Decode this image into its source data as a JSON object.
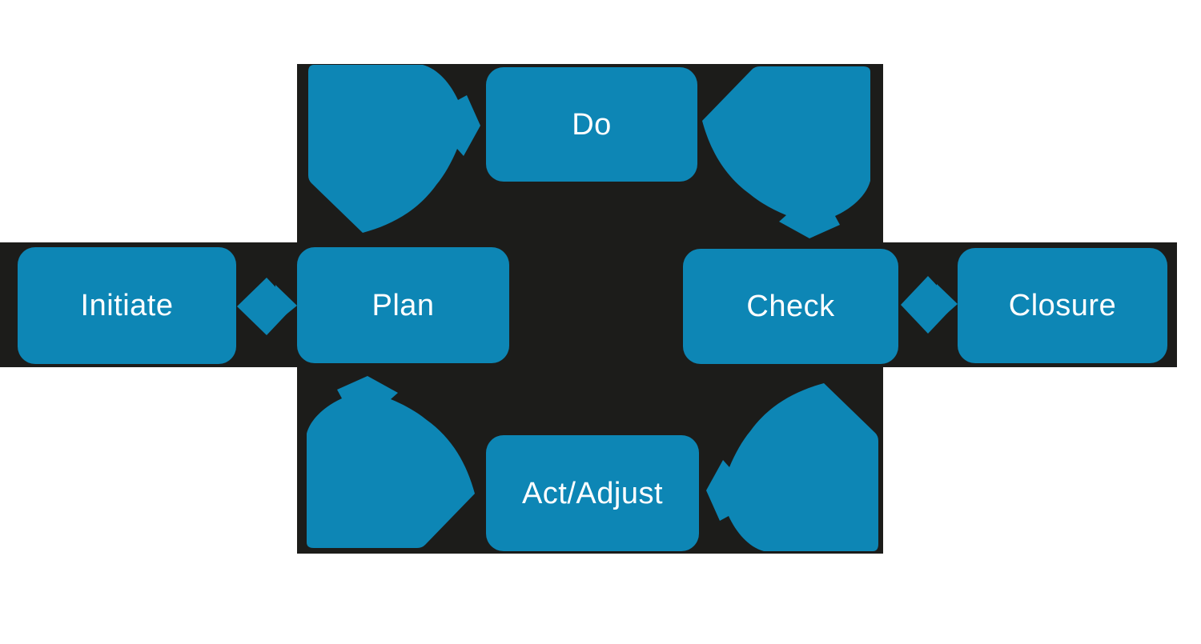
{
  "nodes": [
    {
      "id": "initiate",
      "label": "Initiate"
    },
    {
      "id": "plan",
      "label": "Plan"
    },
    {
      "id": "do",
      "label": "Do"
    },
    {
      "id": "check",
      "label": "Check"
    },
    {
      "id": "closure",
      "label": "Closure"
    },
    {
      "id": "act_adjust",
      "label": "Act/Adjust"
    }
  ],
  "edges": [
    {
      "from": "initiate",
      "to": "plan",
      "connector": "diamond-arrow"
    },
    {
      "from": "plan",
      "to": "do",
      "connector": "curved-cycle-arrow"
    },
    {
      "from": "do",
      "to": "check",
      "connector": "curved-cycle-arrow"
    },
    {
      "from": "check",
      "to": "act_adjust",
      "connector": "curved-cycle-arrow"
    },
    {
      "from": "act_adjust",
      "to": "plan",
      "connector": "curved-cycle-arrow"
    },
    {
      "from": "check",
      "to": "closure",
      "connector": "diamond-arrow"
    }
  ],
  "colors": {
    "shape_blue": "#0d86b5",
    "band_black": "#1c1c1a",
    "canvas_white": "#ffffff",
    "label_text": "#ffffff"
  }
}
